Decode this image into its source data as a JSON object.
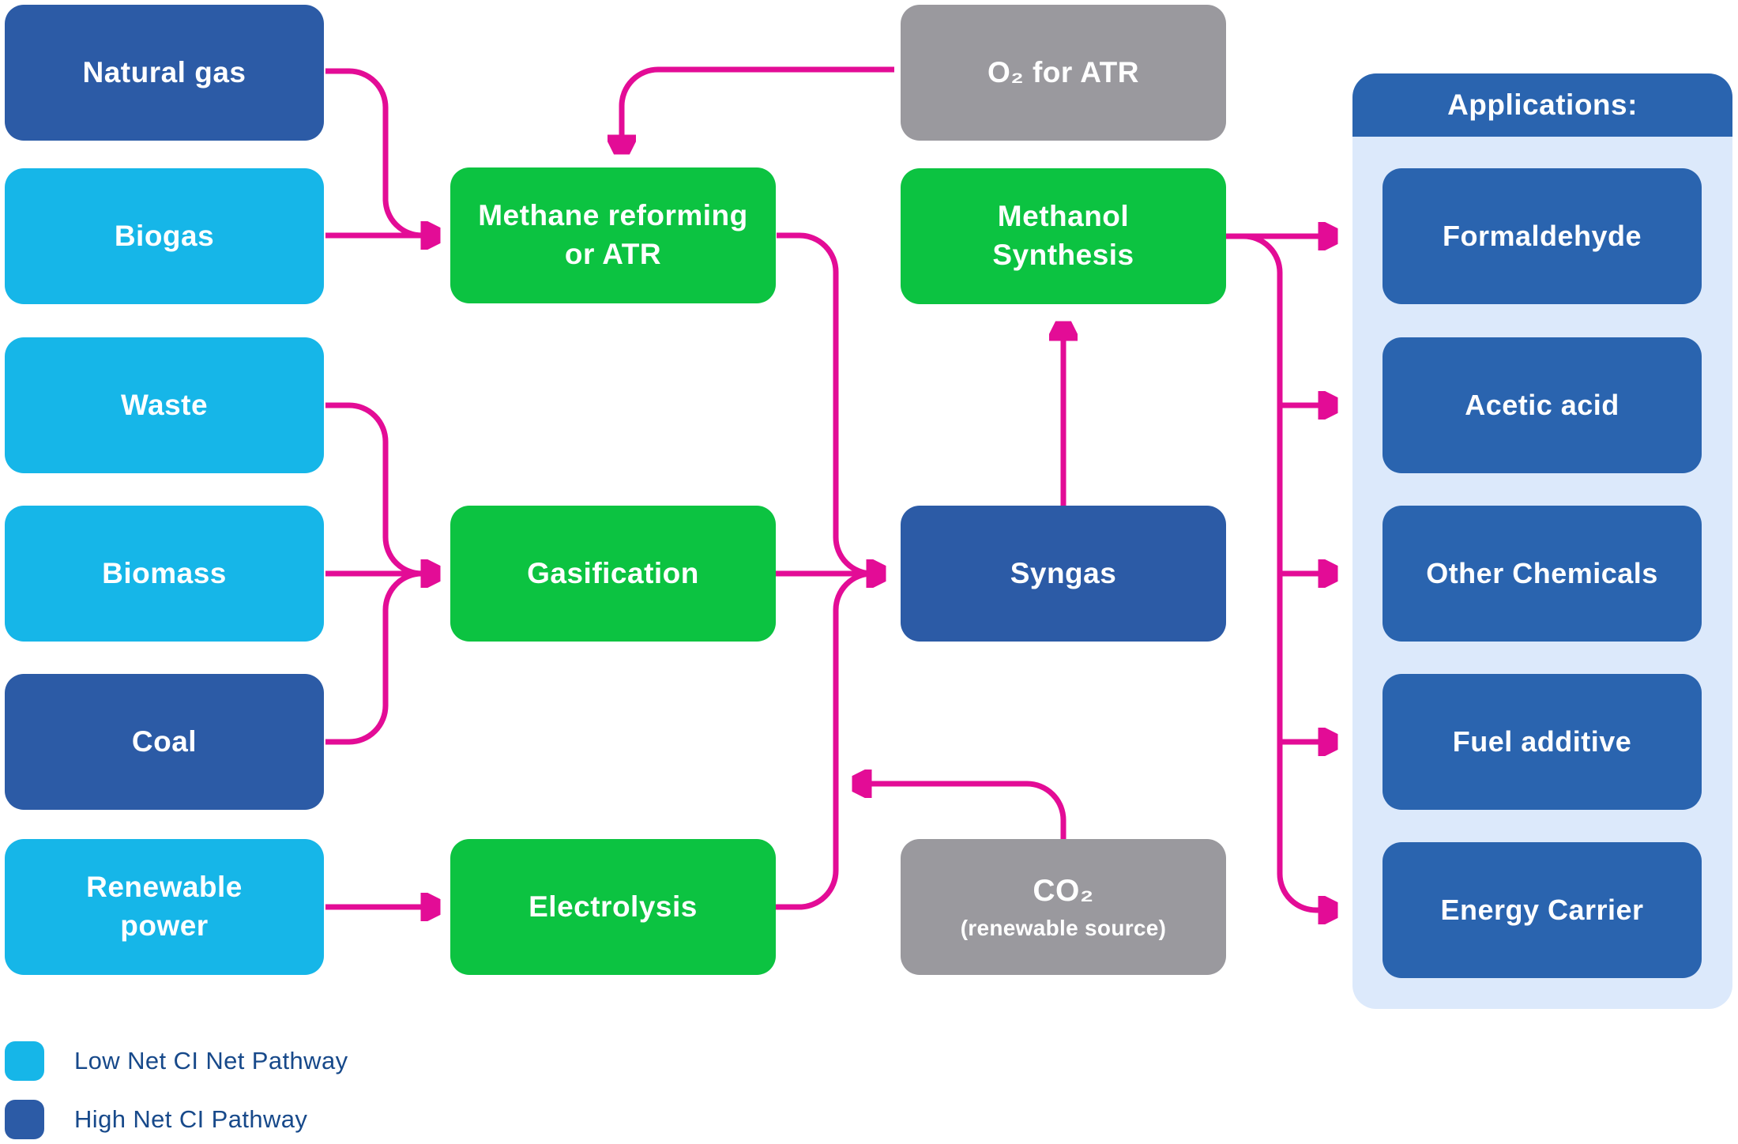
{
  "palette": {
    "dark_blue": "#2c5ba6",
    "cyan": "#16b6e8",
    "green": "#0cc341",
    "gray": "#9a999e",
    "magenta": "#e30c96",
    "app_blue": "#2a64af",
    "panel_bg": "#dce9fb",
    "legend_text": "#17498a"
  },
  "nodes": {
    "natural_gas": {
      "label": "Natural gas",
      "pathway": "high-net-ci"
    },
    "biogas": {
      "label": "Biogas",
      "pathway": "low-net-ci"
    },
    "waste": {
      "label": "Waste",
      "pathway": "low-net-ci"
    },
    "biomass": {
      "label": "Biomass",
      "pathway": "low-net-ci"
    },
    "coal": {
      "label": "Coal",
      "pathway": "high-net-ci"
    },
    "renewable_power": {
      "label": "Renewable\npower",
      "pathway": "low-net-ci"
    },
    "methane_reforming": {
      "label": "Methane reforming\nor ATR",
      "type": "process"
    },
    "gasification": {
      "label": "Gasification",
      "type": "process"
    },
    "electrolysis": {
      "label": "Electrolysis",
      "type": "process"
    },
    "o2_for_atr": {
      "label": "O₂ for ATR",
      "type": "input"
    },
    "methanol_synthesis": {
      "label": "Methanol\nSynthesis",
      "type": "process"
    },
    "syngas": {
      "label": "Syngas",
      "type": "intermediate"
    },
    "co2": {
      "label": "CO₂",
      "sublabel": "(renewable source)",
      "type": "input"
    }
  },
  "applications": {
    "title": "Applications:",
    "items": [
      {
        "label": "Formaldehyde"
      },
      {
        "label": "Acetic acid"
      },
      {
        "label": "Other Chemicals"
      },
      {
        "label": "Fuel additive"
      },
      {
        "label": "Energy Carrier"
      }
    ]
  },
  "legend": {
    "items": [
      {
        "label": "Low Net CI Net Pathway",
        "color_key": "cyan"
      },
      {
        "label": "High Net CI Pathway",
        "color_key": "dark_blue"
      }
    ]
  },
  "edges": [
    {
      "from": "Natural gas",
      "to": "Methane reforming or ATR"
    },
    {
      "from": "Biogas",
      "to": "Methane reforming or ATR"
    },
    {
      "from": "O₂ for ATR",
      "to": "Methane reforming or ATR"
    },
    {
      "from": "Waste",
      "to": "Gasification"
    },
    {
      "from": "Biomass",
      "to": "Gasification"
    },
    {
      "from": "Coal",
      "to": "Gasification"
    },
    {
      "from": "Renewable power",
      "to": "Electrolysis"
    },
    {
      "from": "Methane reforming or ATR",
      "to": "Syngas"
    },
    {
      "from": "Gasification",
      "to": "Syngas"
    },
    {
      "from": "Electrolysis",
      "to": "Syngas"
    },
    {
      "from": "CO₂ (renewable source)",
      "to": "Electrolysis-Syngas stream"
    },
    {
      "from": "Syngas",
      "to": "Methanol Synthesis"
    },
    {
      "from": "Methanol Synthesis",
      "to": "Formaldehyde"
    },
    {
      "from": "Methanol Synthesis",
      "to": "Acetic acid"
    },
    {
      "from": "Methanol Synthesis",
      "to": "Other Chemicals"
    },
    {
      "from": "Methanol Synthesis",
      "to": "Fuel additive"
    },
    {
      "from": "Methanol Synthesis",
      "to": "Energy Carrier"
    }
  ]
}
